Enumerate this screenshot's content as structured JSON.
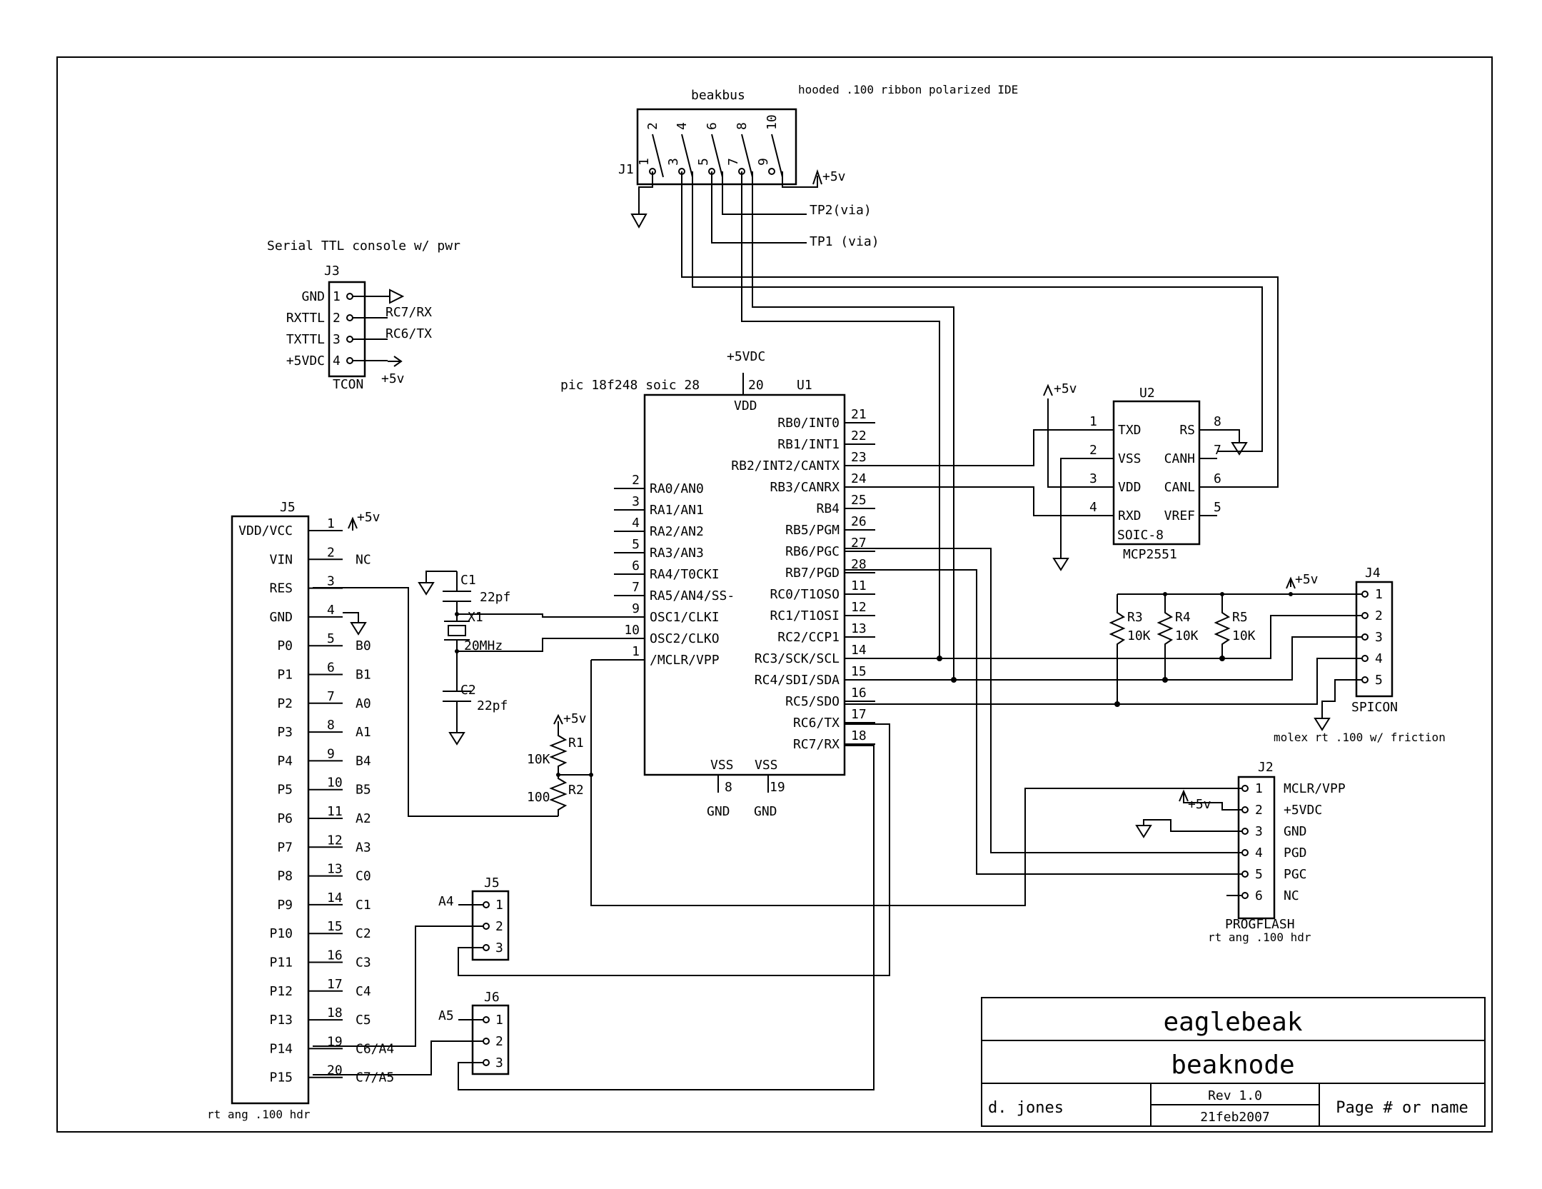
{
  "title_block": {
    "title": "eaglebeak",
    "subtitle": "beaknode",
    "author": "d. jones",
    "revision": "Rev 1.0",
    "date": "21feb2007",
    "page": "Page # or name"
  },
  "notes": {
    "beakbus_title": "beakbus",
    "beakbus_note": "hooded .100 ribbon polarized IDE",
    "serial_note": "Serial TTL console w/ pwr",
    "pic_note": "pic 18f248 soic 28",
    "spicon_note": "molex rt .100 w/ friction",
    "progflash_note": "rt ang .100 hdr",
    "j5_note": "rt ang .100 hdr"
  },
  "power": {
    "p5v": "+5v",
    "p5vdc": "+5VDC",
    "gnd": "GND"
  },
  "j1": {
    "ref": "J1",
    "top_pins": [
      "2",
      "4",
      "6",
      "8",
      "10"
    ],
    "bot_pins": [
      "1",
      "3",
      "5",
      "7",
      "9"
    ],
    "tp2": "TP2(via)",
    "tp1": "TP1 (via)"
  },
  "j3": {
    "ref": "J3",
    "name": "TCON",
    "pins": [
      {
        "num": "1",
        "label": "GND",
        "net": ""
      },
      {
        "num": "2",
        "label": "RXTTL",
        "net": "RC7/RX"
      },
      {
        "num": "3",
        "label": "TXTTL",
        "net": "RC6/TX"
      },
      {
        "num": "4",
        "label": "+5VDC",
        "net": ""
      }
    ]
  },
  "u1": {
    "ref": "U1",
    "vdd_label": "VDD",
    "vdd_pin": "20",
    "vss_label": "VSS",
    "vss_pins": [
      "8",
      "19"
    ],
    "left_pins": [
      {
        "num": "2",
        "label": "RA0/AN0"
      },
      {
        "num": "3",
        "label": "RA1/AN1"
      },
      {
        "num": "4",
        "label": "RA2/AN2"
      },
      {
        "num": "5",
        "label": "RA3/AN3"
      },
      {
        "num": "6",
        "label": "RA4/T0CKI"
      },
      {
        "num": "7",
        "label": "RA5/AN4/SS-"
      },
      {
        "num": "9",
        "label": "OSC1/CLKI"
      },
      {
        "num": "10",
        "label": "OSC2/CLKO"
      },
      {
        "num": "1",
        "label": "/MCLR/VPP"
      }
    ],
    "right_pins": [
      {
        "num": "21",
        "label": "RB0/INT0"
      },
      {
        "num": "22",
        "label": "RB1/INT1"
      },
      {
        "num": "23",
        "label": "RB2/INT2/CANTX"
      },
      {
        "num": "24",
        "label": "RB3/CANRX"
      },
      {
        "num": "25",
        "label": "RB4"
      },
      {
        "num": "26",
        "label": "RB5/PGM"
      },
      {
        "num": "27",
        "label": "RB6/PGC"
      },
      {
        "num": "28",
        "label": "RB7/PGD"
      },
      {
        "num": "11",
        "label": "RC0/T1OSO"
      },
      {
        "num": "12",
        "label": "RC1/T1OSI"
      },
      {
        "num": "13",
        "label": "RC2/CCP1"
      },
      {
        "num": "14",
        "label": "RC3/SCK/SCL"
      },
      {
        "num": "15",
        "label": "RC4/SDI/SDA"
      },
      {
        "num": "16",
        "label": "RC5/SDO"
      },
      {
        "num": "17",
        "label": "RC6/TX"
      },
      {
        "num": "18",
        "label": "RC7/RX"
      }
    ]
  },
  "u2": {
    "ref": "U2",
    "package": "SOIC-8",
    "part": "MCP2551",
    "left": [
      {
        "num": "1",
        "label": "TXD"
      },
      {
        "num": "2",
        "label": "VSS"
      },
      {
        "num": "3",
        "label": "VDD"
      },
      {
        "num": "4",
        "label": "RXD"
      }
    ],
    "right": [
      {
        "num": "8",
        "label": "RS"
      },
      {
        "num": "7",
        "label": "CANH"
      },
      {
        "num": "6",
        "label": "CANL"
      },
      {
        "num": "5",
        "label": "VREF"
      }
    ]
  },
  "osc": {
    "c1": "C1",
    "c1v": "22pf",
    "c2": "C2",
    "c2v": "22pf",
    "x1": "X1",
    "x1v": "20MHz"
  },
  "reset": {
    "r1": "R1",
    "r1v": "10K",
    "r2": "R2",
    "r2v": "100"
  },
  "pullups": [
    {
      "ref": "R3",
      "val": "10K"
    },
    {
      "ref": "R4",
      "val": "10K"
    },
    {
      "ref": "R5",
      "val": "10K"
    }
  ],
  "j4": {
    "ref": "J4",
    "name": "SPICON",
    "pins": [
      "1",
      "2",
      "3",
      "4",
      "5"
    ]
  },
  "j2": {
    "ref": "J2",
    "name": "PROGFLASH",
    "pins": [
      {
        "num": "1",
        "label": "MCLR/VPP"
      },
      {
        "num": "2",
        "label": "+5VDC"
      },
      {
        "num": "3",
        "label": "GND"
      },
      {
        "num": "4",
        "label": "PGD"
      },
      {
        "num": "5",
        "label": "PGC"
      },
      {
        "num": "6",
        "label": "NC"
      }
    ]
  },
  "j5main": {
    "ref": "J5",
    "pins": [
      {
        "label": "VDD/VCC",
        "num": "1",
        "net": ""
      },
      {
        "label": "VIN",
        "num": "2",
        "net": "NC"
      },
      {
        "label": "RES",
        "num": "3",
        "net": ""
      },
      {
        "label": "GND",
        "num": "4",
        "net": ""
      },
      {
        "label": "P0",
        "num": "5",
        "net": "B0"
      },
      {
        "label": "P1",
        "num": "6",
        "net": "B1"
      },
      {
        "label": "P2",
        "num": "7",
        "net": "A0"
      },
      {
        "label": "P3",
        "num": "8",
        "net": "A1"
      },
      {
        "label": "P4",
        "num": "9",
        "net": "B4"
      },
      {
        "label": "P5",
        "num": "10",
        "net": "B5"
      },
      {
        "label": "P6",
        "num": "11",
        "net": "A2"
      },
      {
        "label": "P7",
        "num": "12",
        "net": "A3"
      },
      {
        "label": "P8",
        "num": "13",
        "net": "C0"
      },
      {
        "label": "P9",
        "num": "14",
        "net": "C1"
      },
      {
        "label": "P10",
        "num": "15",
        "net": "C2"
      },
      {
        "label": "P11",
        "num": "16",
        "net": "C3"
      },
      {
        "label": "P12",
        "num": "17",
        "net": "C4"
      },
      {
        "label": "P13",
        "num": "18",
        "net": "C5"
      },
      {
        "label": "P14",
        "num": "19",
        "net": "C6/A4"
      },
      {
        "label": "P15",
        "num": "20",
        "net": "C7/A5"
      }
    ]
  },
  "j5small": {
    "ref": "J5",
    "net": "A4",
    "pins": [
      "1",
      "2",
      "3"
    ]
  },
  "j6": {
    "ref": "J6",
    "net": "A5",
    "pins": [
      "1",
      "2",
      "3"
    ]
  }
}
